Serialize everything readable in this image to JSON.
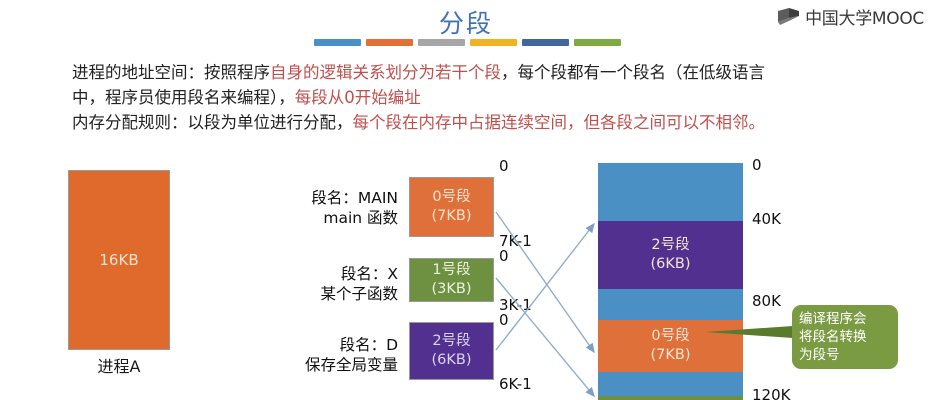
{
  "logo": {
    "icon": "cube-icon",
    "text": "中国大学MOOC"
  },
  "title": "分段",
  "title_bars": [
    {
      "color": "#4a90c4"
    },
    {
      "color": "#e0703a"
    },
    {
      "color": "#a6a6a6"
    },
    {
      "color": "#f0b323"
    },
    {
      "color": "#41659d"
    },
    {
      "color": "#7fa943"
    }
  ],
  "body_text": {
    "line1_a": "进程的地址空间：按照程序",
    "line1_hl": "自身的逻辑关系划分为若干个段",
    "line1_b": "，每个段都有一个段名（在低级语言",
    "line2_a": "中，程序员使用段名来编程），",
    "line2_hl": "每段从0开始编址",
    "line3_a": "内存分配规则：以段为单位进行分配，",
    "line3_hl": "每个段在内存中占据连续空间，但各段之间可以不相邻。"
  },
  "process": {
    "size_label": "16KB",
    "name_label": "进程A",
    "color": "#e06a2b"
  },
  "segments": [
    {
      "desc_line1": "段名：MAIN",
      "desc_line2": "main 函数",
      "box_line1": "0号段",
      "box_line2": "(7KB)",
      "color": "#e0703a",
      "text_color": "#fbe3d2",
      "addr_start": "0",
      "addr_end": "7K-1"
    },
    {
      "desc_line1": "段名：X",
      "desc_line2": "某个子函数",
      "box_line1": "1号段",
      "box_line2": "(3KB)",
      "color": "#6d9141",
      "text_color": "#eaf2df",
      "addr_start": "0",
      "addr_end": "3K-1"
    },
    {
      "desc_line1": "段名：D",
      "desc_line2": "保存全局变量",
      "box_line1": "2号段",
      "box_line2": "(6KB)",
      "color": "#52308f",
      "text_color": "#ddd3ef",
      "addr_start": "0",
      "addr_end": "6K-1"
    }
  ],
  "memory": {
    "blocks": [
      {
        "label1": "",
        "label2": "",
        "color": "#4a90c4",
        "name": "free-space"
      },
      {
        "label1": "2号段",
        "label2": "(6KB)",
        "color": "#52308f",
        "name": "segment-2"
      },
      {
        "label1": "",
        "label2": "",
        "color": "#4a90c4",
        "name": "free-space"
      },
      {
        "label1": "0号段",
        "label2": "(7KB)",
        "color": "#e0703a",
        "name": "segment-0"
      },
      {
        "label1": "",
        "label2": "",
        "color": "#4a90c4",
        "name": "free-space"
      },
      {
        "label1": "",
        "label2": "",
        "color": "#6d9141",
        "name": "segment-1"
      }
    ],
    "addresses": [
      "0",
      "40K",
      "80K",
      "120K"
    ]
  },
  "callout": {
    "line1": "编译程序会",
    "line2": "将段名转换",
    "line3": "为段号",
    "color": "#7b9b43"
  }
}
